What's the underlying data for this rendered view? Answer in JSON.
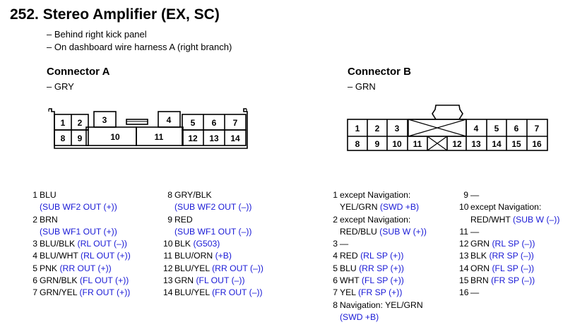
{
  "title": "252. Stereo Amplifier (EX, SC)",
  "notes": [
    "– Behind right kick panel",
    "– On dashboard wire harness A (right branch)"
  ],
  "connector_a": {
    "heading": "Connector A",
    "color": "– GRY",
    "cavities": [
      "1",
      "2",
      "3",
      "4",
      "5",
      "6",
      "7",
      "8",
      "9",
      "10",
      "11",
      "12",
      "13",
      "14"
    ],
    "pins": [
      {
        "num": "1",
        "lines": [
          {
            "text": "BLU",
            "note": ""
          },
          {
            "text": "",
            "note": "(SUB WF2 OUT (+))"
          }
        ]
      },
      {
        "num": "2",
        "lines": [
          {
            "text": "BRN",
            "note": ""
          },
          {
            "text": "",
            "note": "(SUB WF1 OUT (+))"
          }
        ]
      },
      {
        "num": "3",
        "lines": [
          {
            "text": "BLU/BLK ",
            "note": "(RL OUT (–))"
          }
        ]
      },
      {
        "num": "4",
        "lines": [
          {
            "text": "BLU/WHT ",
            "note": "(RL OUT (+))"
          }
        ]
      },
      {
        "num": "5",
        "lines": [
          {
            "text": "PNK ",
            "note": "(RR OUT (+))"
          }
        ]
      },
      {
        "num": "6",
        "lines": [
          {
            "text": "GRN/BLK ",
            "note": "(FL OUT (+))"
          }
        ]
      },
      {
        "num": "7",
        "lines": [
          {
            "text": "GRN/YEL ",
            "note": "(FR OUT (+))"
          }
        ]
      },
      {
        "num": "8",
        "lines": [
          {
            "text": "GRY/BLK",
            "note": ""
          },
          {
            "text": "",
            "note": "(SUB WF2 OUT (–))"
          }
        ]
      },
      {
        "num": "9",
        "lines": [
          {
            "text": "RED",
            "note": ""
          },
          {
            "text": "",
            "note": "(SUB WF1 OUT (–))"
          }
        ]
      },
      {
        "num": "10",
        "lines": [
          {
            "text": "BLK ",
            "note": "(G503)"
          }
        ]
      },
      {
        "num": "11",
        "lines": [
          {
            "text": "BLU/ORN ",
            "note": "(+B)"
          }
        ]
      },
      {
        "num": "12",
        "lines": [
          {
            "text": "BLU/YEL ",
            "note": "(RR OUT (–))"
          }
        ]
      },
      {
        "num": "13",
        "lines": [
          {
            "text": "GRN ",
            "note": "(FL OUT (–))"
          }
        ]
      },
      {
        "num": "14",
        "lines": [
          {
            "text": "BLU/YEL ",
            "note": "(FR OUT (–))"
          }
        ]
      }
    ]
  },
  "connector_b": {
    "heading": "Connector B",
    "color": "– GRN",
    "cavities": [
      "1",
      "2",
      "3",
      "4",
      "5",
      "6",
      "7",
      "8",
      "9",
      "10",
      "11",
      "12",
      "13",
      "14",
      "15",
      "16"
    ],
    "pins": [
      {
        "num": "1",
        "lines": [
          {
            "text": "except Navigation:",
            "note": ""
          },
          {
            "text": "YEL/GRN ",
            "note": "(SWD +B)"
          }
        ]
      },
      {
        "num": "2",
        "lines": [
          {
            "text": "except Navigation:",
            "note": ""
          },
          {
            "text": "RED/BLU ",
            "note": "(SUB W (+))"
          }
        ]
      },
      {
        "num": "3",
        "lines": [
          {
            "text": "—",
            "note": ""
          }
        ]
      },
      {
        "num": "4",
        "lines": [
          {
            "text": "RED ",
            "note": "(RL SP (+))"
          }
        ]
      },
      {
        "num": "5",
        "lines": [
          {
            "text": "BLU ",
            "note": "(RR SP (+))"
          }
        ]
      },
      {
        "num": "6",
        "lines": [
          {
            "text": "WHT ",
            "note": "(FL SP (+))"
          }
        ]
      },
      {
        "num": "7",
        "lines": [
          {
            "text": "YEL ",
            "note": "(FR SP (+))"
          }
        ]
      },
      {
        "num": "8",
        "lines": [
          {
            "text": "Navigation: YEL/GRN",
            "note": ""
          },
          {
            "text": "",
            "note": "(SWD +B)"
          }
        ]
      },
      {
        "num": "9",
        "lines": [
          {
            "text": "—",
            "note": ""
          }
        ]
      },
      {
        "num": "10",
        "lines": [
          {
            "text": "except Navigation:",
            "note": ""
          },
          {
            "text": "RED/WHT ",
            "note": "(SUB W (–))"
          }
        ]
      },
      {
        "num": "11",
        "lines": [
          {
            "text": "—",
            "note": ""
          }
        ]
      },
      {
        "num": "12",
        "lines": [
          {
            "text": "GRN ",
            "note": "(RL SP (–))"
          }
        ]
      },
      {
        "num": "13",
        "lines": [
          {
            "text": "BLK ",
            "note": "(RR SP (–))"
          }
        ]
      },
      {
        "num": "14",
        "lines": [
          {
            "text": "ORN ",
            "note": "(FL SP (–))"
          }
        ]
      },
      {
        "num": "15",
        "lines": [
          {
            "text": "BRN ",
            "note": "(FR SP (–))"
          }
        ]
      },
      {
        "num": "16",
        "lines": [
          {
            "text": "—",
            "note": ""
          }
        ]
      }
    ]
  },
  "colors": {
    "note_blue": "#1a1ad6"
  }
}
